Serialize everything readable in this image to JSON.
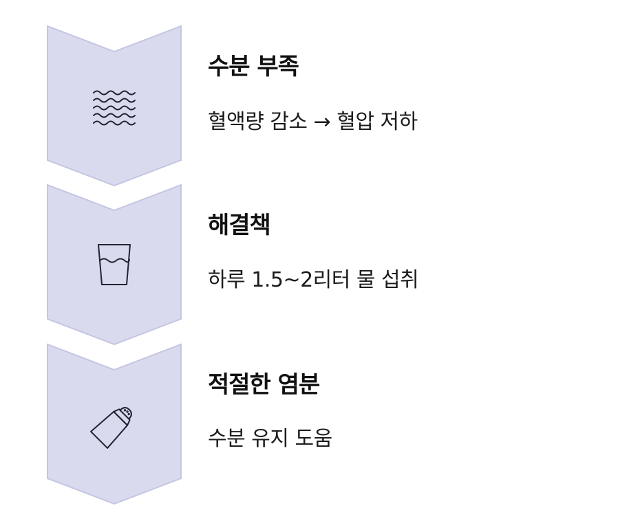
{
  "colors": {
    "chevron_fill": "#d9daee",
    "chevron_stroke": "#c4c6e2",
    "icon_stroke": "#222230",
    "text": "#111111"
  },
  "steps": [
    {
      "title": "수분 부족",
      "description": "혈액량 감소 → 혈압 저하",
      "icon": "water-waves-icon"
    },
    {
      "title": "해결책",
      "description": "하루 1.5~2리터 물 섭취",
      "icon": "water-glass-icon"
    },
    {
      "title": "적절한 염분",
      "description": "수분 유지 도움",
      "icon": "salt-shaker-icon"
    }
  ]
}
